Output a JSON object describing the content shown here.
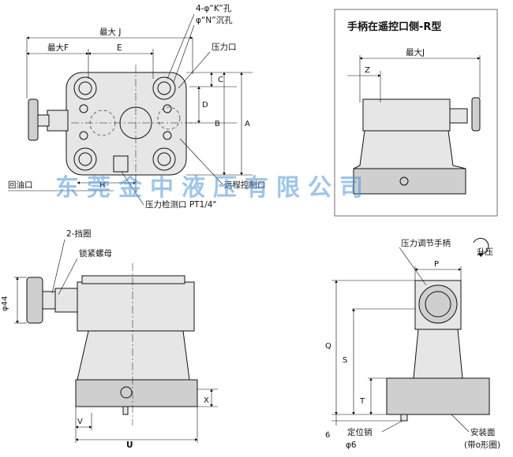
{
  "labels": {
    "max_j": "最大 J",
    "max_f": "最大F",
    "e": "E",
    "holes_k": "4-φ“K”孔",
    "holes_n": "φ“N”沉孔",
    "pressure_port": "压力口",
    "c": "C",
    "d": "D",
    "b": "B",
    "a": "A",
    "return_port": "回油口",
    "h": "H",
    "remote_port": "远程控制口",
    "gauge_port": "压力检测口 PT1/4\"",
    "r_title": "手柄在遥控口侧-R型",
    "r_max_j": "最大J",
    "z": "Z",
    "ring": "2-挡圈",
    "lock_nut": "锁紧螺母",
    "phi44": "φ44",
    "x": "X",
    "v": "V",
    "u": "U",
    "handwheel": "压力调节手柄",
    "rise": "升压",
    "p": "P",
    "q": "Q",
    "s": "S",
    "t": "T",
    "six": "6",
    "pin": "定位销",
    "phi6": "φ6",
    "mount_face": "安装面",
    "oring": "(带o形圈)"
  },
  "watermark": "东莞金中液压有限公司",
  "colors": {
    "watermark": "#5096d7",
    "line": "#111111",
    "fill": "#e6e6e6"
  }
}
